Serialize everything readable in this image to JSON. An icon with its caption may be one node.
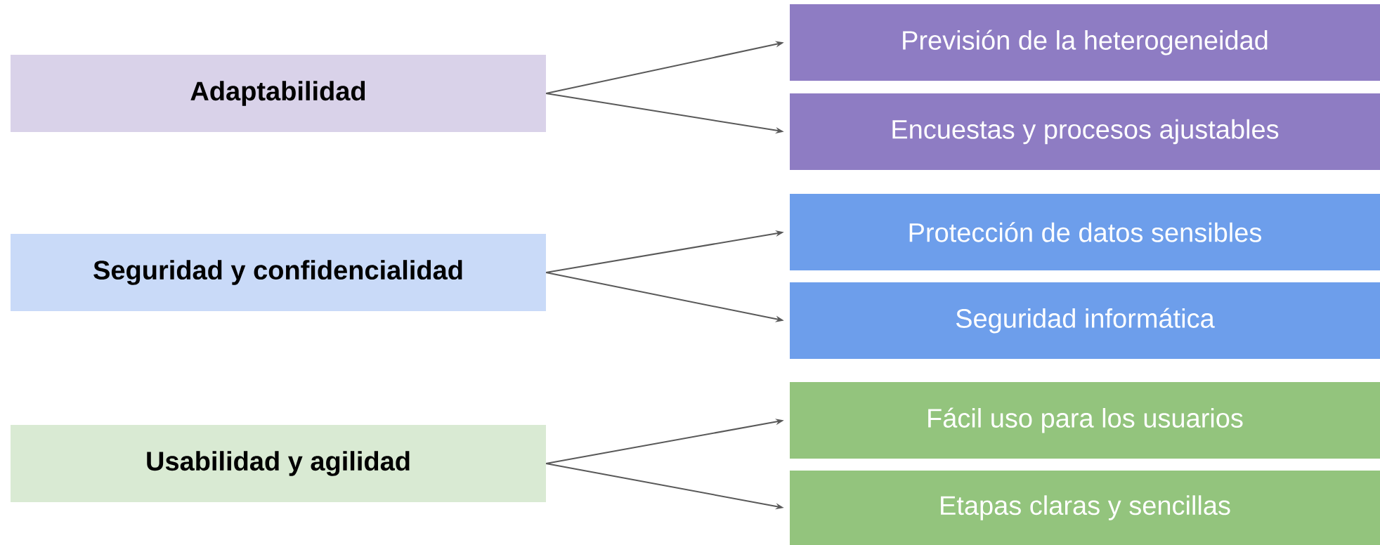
{
  "diagram": {
    "nodes": [
      {
        "text": [
          "Adaptabilidad"
        ]
      },
      {
        "text": [
          "Seguridad y confidencialidad"
        ]
      },
      {
        "text": [
          "Usabilidad y agilidad"
        ]
      },
      {
        "text": [
          "Previsión de la heterogeneidad"
        ]
      },
      {
        "text": [
          "Encuestas y procesos ajustables"
        ]
      },
      {
        "text": [
          "Protección de datos sensibles"
        ]
      },
      {
        "text": [
          "Seguridad informática"
        ]
      },
      {
        "text": [
          "Fácil uso para los usuarios"
        ]
      },
      {
        "text": [
          "Etapas claras y sencillas"
        ]
      }
    ],
    "edges": [
      {
        "from": 0,
        "to": 3,
        "arrow": "to"
      },
      {
        "from": 0,
        "to": 4,
        "arrow": "to"
      },
      {
        "from": 1,
        "to": 5,
        "arrow": "to"
      },
      {
        "from": 1,
        "to": 6,
        "arrow": "to"
      },
      {
        "from": 2,
        "to": 7,
        "arrow": "to"
      },
      {
        "from": 2,
        "to": 8,
        "arrow": "to"
      }
    ]
  }
}
